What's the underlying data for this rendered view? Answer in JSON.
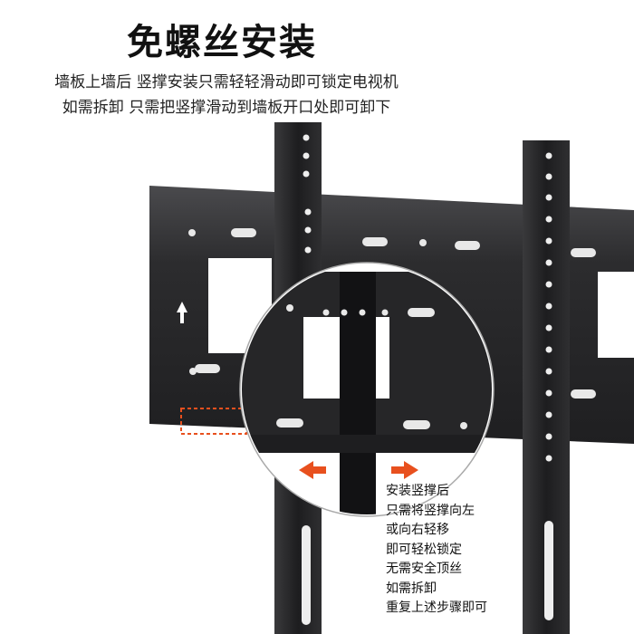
{
  "title": "免螺丝安装",
  "subtitle_lines": [
    "墙板上墙后 竖撑安装只需轻轻滑动即可锁定电视机",
    "如需拆卸 只需把竖撑滑动到墙板开口处即可卸下"
  ],
  "note_lines": [
    "安装竖撑后",
    "只需将竖撑向左",
    "或向右轻移",
    "即可轻松锁定",
    "无需安全顶丝",
    "如需拆卸",
    "重复上述步骤即可"
  ],
  "colors": {
    "metal": "#2b2b2d",
    "metal_dark": "#18181a",
    "accent": "#e8501e"
  }
}
